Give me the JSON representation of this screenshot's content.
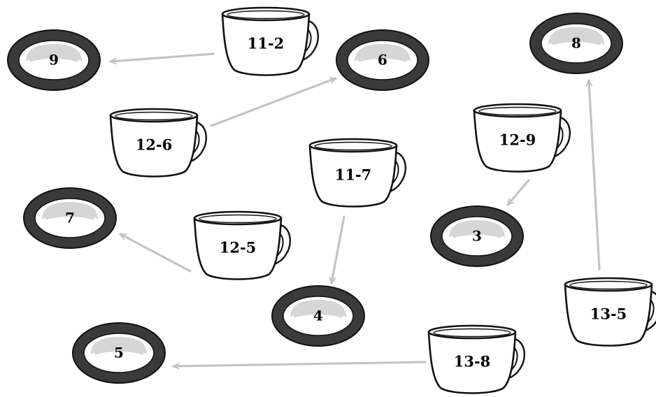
{
  "cups": [
    {
      "id": "c1",
      "label": "11-2"
    },
    {
      "id": "c2",
      "label": "12-6"
    },
    {
      "id": "c3",
      "label": "11-7"
    },
    {
      "id": "c4",
      "label": "12-9"
    },
    {
      "id": "c5",
      "label": "12-5"
    },
    {
      "id": "c6",
      "label": "13-5"
    },
    {
      "id": "c7",
      "label": "13-8"
    }
  ],
  "saucers": [
    {
      "id": "s1",
      "label": "9"
    },
    {
      "id": "s2",
      "label": "6"
    },
    {
      "id": "s3",
      "label": "8"
    },
    {
      "id": "s4",
      "label": "7"
    },
    {
      "id": "s5",
      "label": "3"
    },
    {
      "id": "s6",
      "label": "4"
    },
    {
      "id": "s7",
      "label": "5"
    }
  ],
  "arrows": [
    {
      "from": "c1",
      "to": "s1"
    },
    {
      "from": "c2",
      "to": "s2"
    },
    {
      "from": "c5",
      "to": "s4"
    },
    {
      "from": "c3",
      "to": "s6"
    },
    {
      "from": "c4",
      "to": "s5"
    },
    {
      "from": "c6",
      "to": "s3"
    },
    {
      "from": "c7",
      "to": "s7"
    }
  ],
  "colors": {
    "saucer_rim": "#3a3a3a",
    "saucer_inner": "#ffffff",
    "saucer_well": "#d6d6d6",
    "cup_outline": "#111111",
    "cup_fill": "#ffffff",
    "arrow": "#c4c4c4",
    "text": "#000000"
  }
}
